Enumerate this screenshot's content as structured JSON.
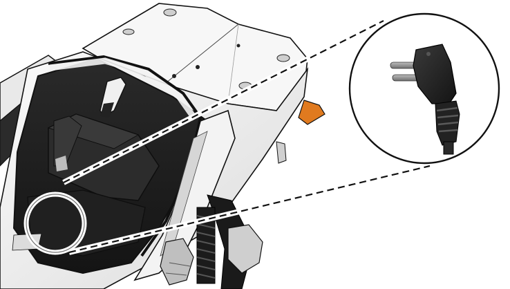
{
  "diagram": {
    "subject": "scooter-under-seat-storage-with-charger-plug",
    "colors": {
      "background": "#ffffff",
      "outline": "#111111",
      "panel_light": "#f2f2f2",
      "panel_mid": "#d9d9d9",
      "interior_dark": "#1c1c1c",
      "interior_mid": "#2e2e2e",
      "plug_body": "#262626",
      "plug_pin": "#8c8c8c",
      "indicator_amber": "#e07a1f",
      "callout_line": "#111111"
    },
    "callout": {
      "style": "dashed",
      "source_marker": "circle",
      "zoom_marker": "circle",
      "zoom_content": "right-angle-power-plug-icon"
    }
  }
}
